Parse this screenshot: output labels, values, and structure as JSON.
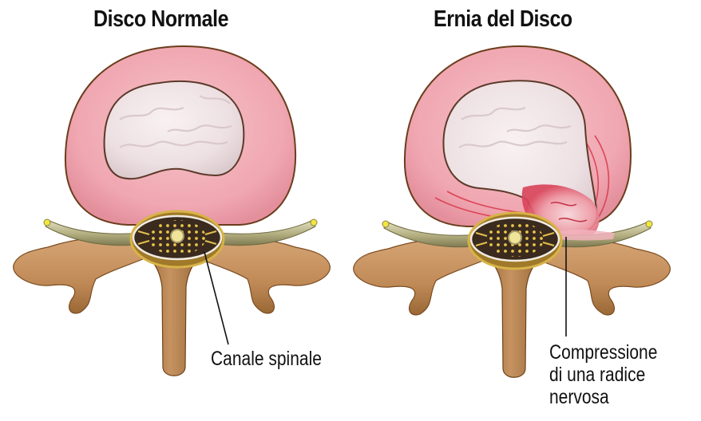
{
  "panels": [
    {
      "title": "Disco Normale",
      "state": "normal",
      "callout": {
        "label": "Canale spinale"
      }
    },
    {
      "title": "Ernia del Disco",
      "state": "herniated",
      "callout": {
        "label_lines": [
          "Compressione",
          "di una radice",
          "nervosa"
        ]
      }
    }
  ],
  "colors": {
    "annulus": "#f0a3ae",
    "annulus_dark": "#d96b7c",
    "nucleus": "#efe4e6",
    "herniation_red": "#d9364a",
    "bone": "#c89362",
    "bone_dark": "#8a5a2e",
    "nerve": "#b8b48a",
    "nerve_tip": "#f2e640",
    "canal_bg": "#3b2a1e",
    "canal_dots": "#e6c54a",
    "text": "#111111"
  }
}
